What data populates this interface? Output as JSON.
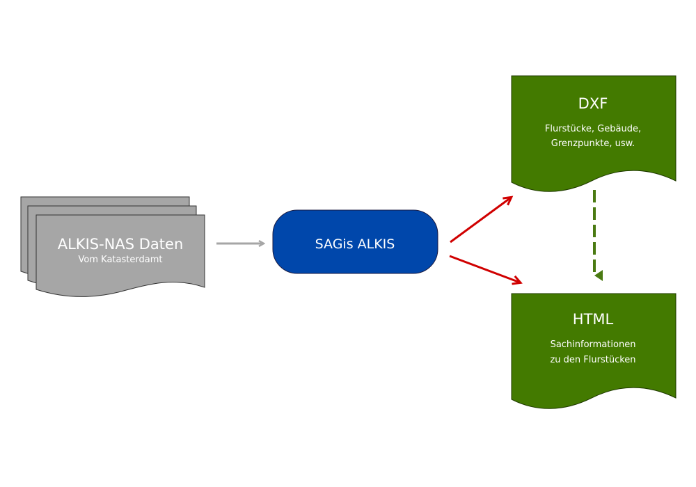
{
  "source": {
    "title": "ALKIS-NAS Daten",
    "subtitle": "Vom Katasterdamt",
    "color": "#a6a6a6"
  },
  "processor": {
    "label": "SAGis ALKIS",
    "color": "#0047ab"
  },
  "outputs": [
    {
      "title": "DXF",
      "lines": [
        "Flurstücke, Gebäude,",
        "Grenzpunkte, usw."
      ],
      "color": "#437a00"
    },
    {
      "title": "HTML",
      "lines": [
        "Sachinformationen",
        "zu den Flurstücken"
      ],
      "color": "#437a00"
    }
  ],
  "arrows": {
    "input_color": "#a6a6a6",
    "output_color": "#d00000",
    "link_color": "#4a7a12"
  }
}
